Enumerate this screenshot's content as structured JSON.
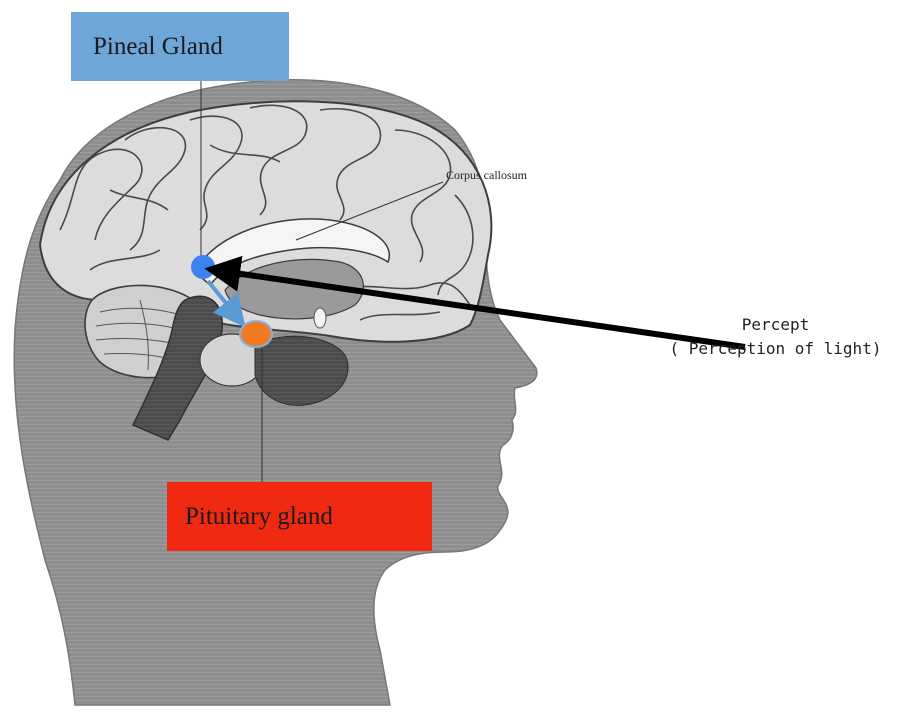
{
  "labels": {
    "pineal": "Pineal Gland",
    "pituitary": "Pituitary gland",
    "corpus_callosum": "Corpus callosum",
    "percept_title": "Percept",
    "percept_detail": "( Perception of light)"
  },
  "colors": {
    "pineal_box": "#6fa6d8",
    "pituitary_box": "#f02a12",
    "pineal_marker": "#3c82f0",
    "pituitary_marker": "#f07a22",
    "signal_arrow": "#5b9bd5",
    "light_arrow": "#000000",
    "head_fill": "#8e8e8e"
  }
}
